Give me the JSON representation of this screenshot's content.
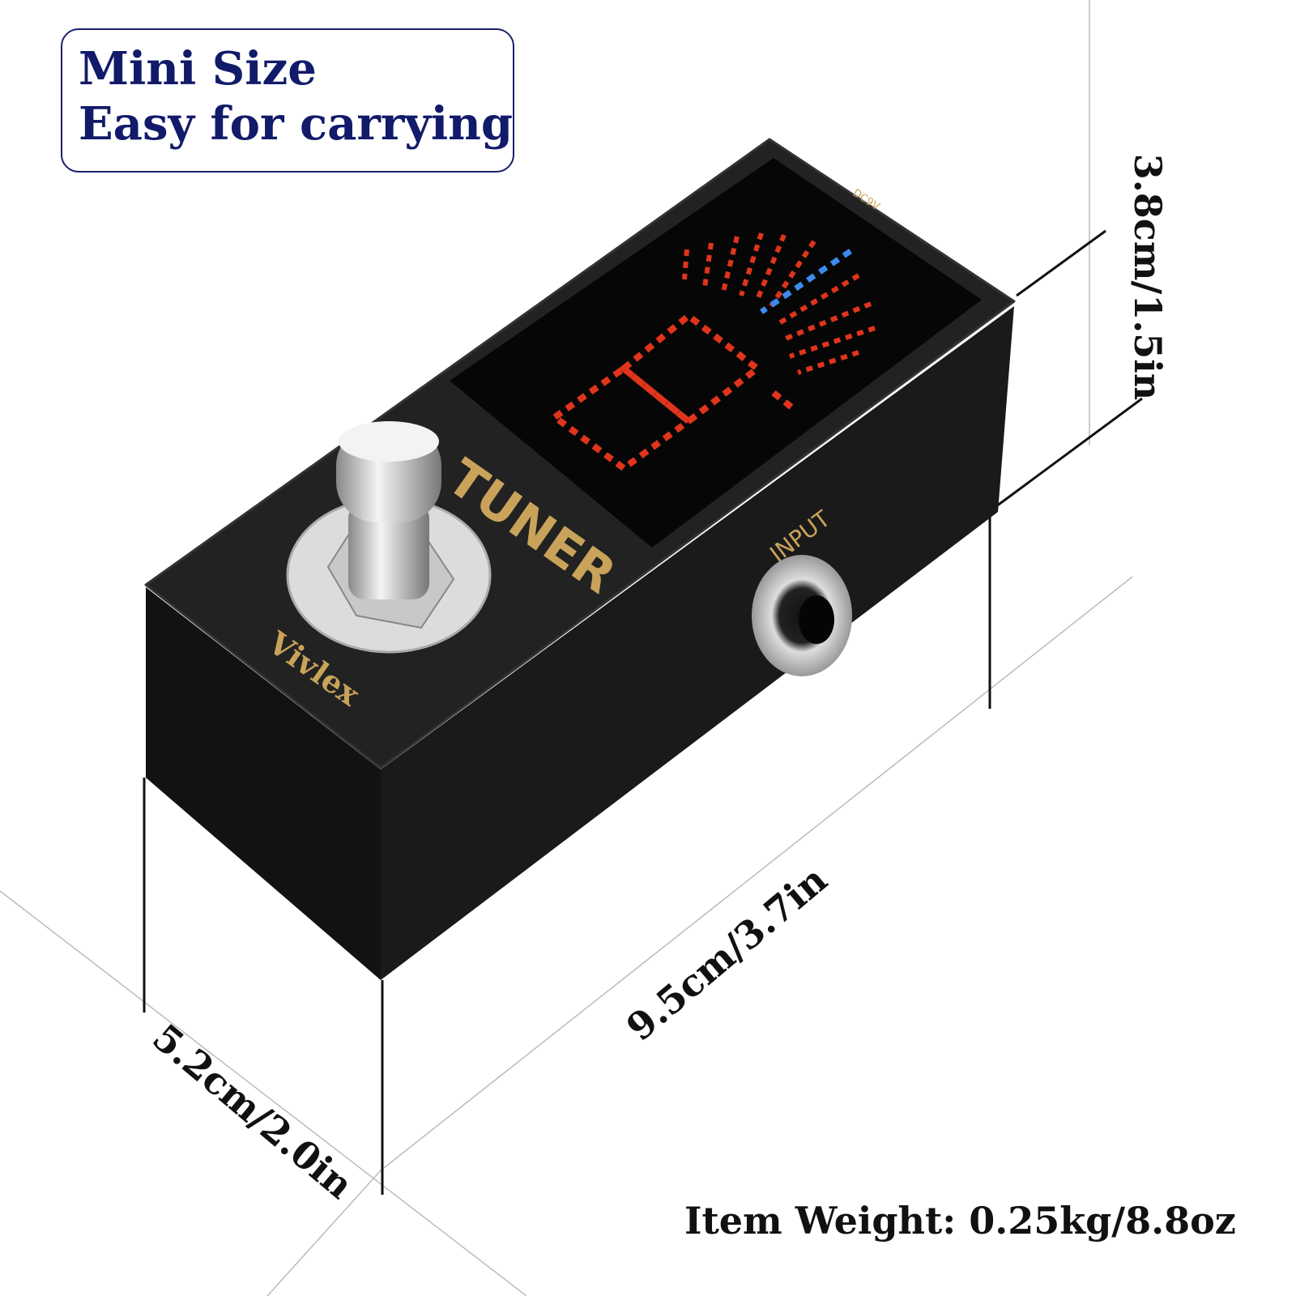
{
  "callout": {
    "line1": "Mini Size",
    "line2": "Easy for carrying"
  },
  "dimensions": {
    "height": "3.8cm/1.5in",
    "length": "9.5cm/3.7in",
    "width": "5.2cm/2.0in"
  },
  "weight": "Item Weight: 0.25kg/8.8oz",
  "product": {
    "name": "TUNER",
    "brand": "Vivlex",
    "jack_label": "INPUT",
    "power_label": "DC9V"
  },
  "colors": {
    "callout": "#1a1f6b",
    "body": "#161616",
    "gold": "#c9a35a",
    "led_red": "#e0341c",
    "led_blue": "#3a8cf0"
  }
}
